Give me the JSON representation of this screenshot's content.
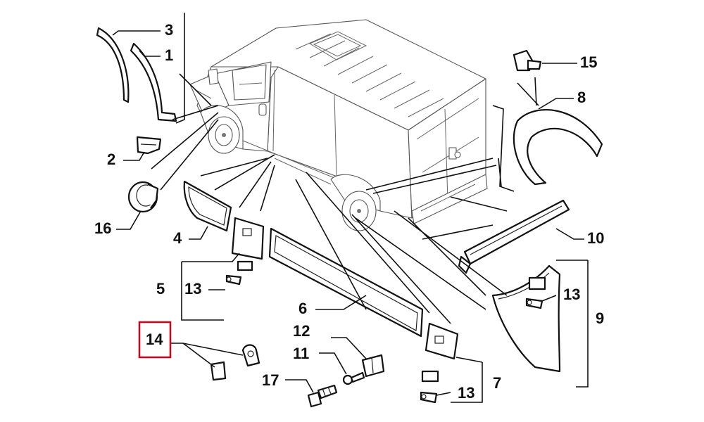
{
  "colors": {
    "highlight_box": "#d0021b",
    "ink": "#111111",
    "background": "#ffffff"
  },
  "labels": {
    "l1": "1",
    "l2": "2",
    "l3": "3",
    "l4": "4",
    "l5": "5",
    "l6": "6",
    "l7": "7",
    "l8": "8",
    "l9": "9",
    "l10": "10",
    "l11": "11",
    "l12": "12",
    "l13a": "13",
    "l13b": "13",
    "l13c": "13",
    "l14": "14",
    "l15": "15",
    "l16": "16",
    "l17": "17"
  },
  "highlighted_label": "14"
}
